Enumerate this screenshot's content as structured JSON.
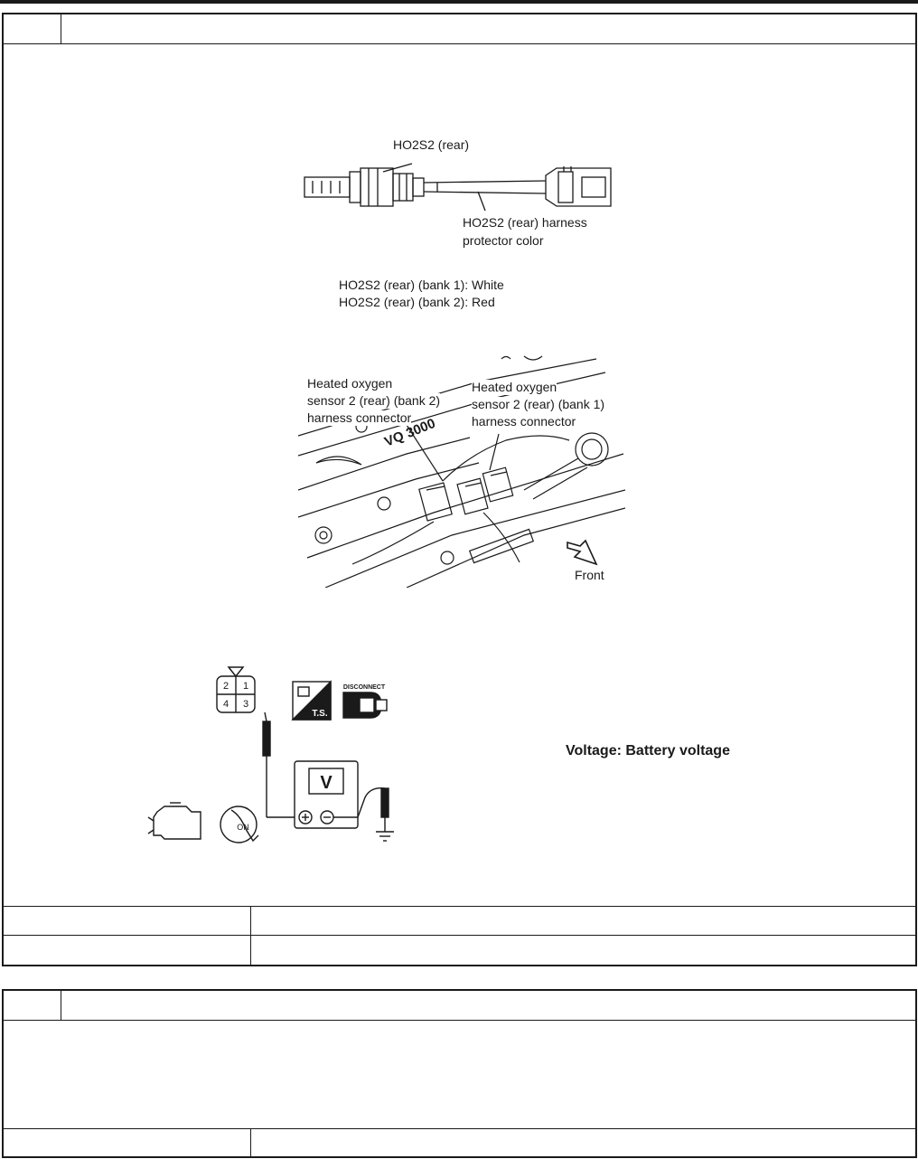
{
  "step1": {
    "sensor_figure": {
      "sensor_label": "HO2S2  (rear)",
      "harness_label_line1": "HO2S2  (rear)  harness",
      "harness_label_line2": "protector  color",
      "bank1_color": "HO2S2  (rear)  (bank  1):  White",
      "bank2_color": "HO2S2  (rear)  (bank  2):  Red"
    },
    "engine_figure": {
      "bank2_line1": "Heated oxygen",
      "bank2_line2": "sensor 2 (rear) (bank 2)",
      "bank2_line3": "harness connector",
      "bank1_line1": "Heated oxygen",
      "bank1_line2": "sensor 2 (rear) (bank 1)",
      "bank1_line3": "harness connector",
      "engine_badge": "VQ 3000",
      "front_label": "Front"
    },
    "circuit_figure": {
      "pins": [
        "2",
        "1",
        "4",
        "3"
      ],
      "ts_label": "T.S.",
      "disconnect_label": "DISCONNECT",
      "meter_label": "V",
      "ignition_label": "ON"
    },
    "spec": "Voltage: Battery voltage"
  },
  "colors": {
    "ink": "#1a1a1a",
    "paper": "#ffffff"
  }
}
